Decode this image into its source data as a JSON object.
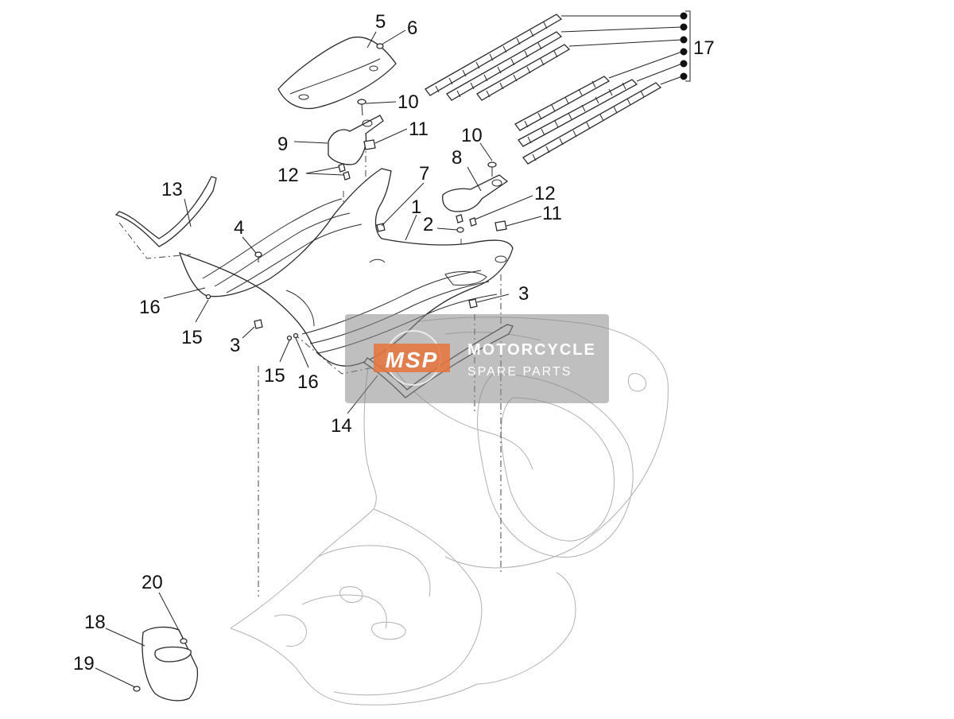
{
  "callouts": {
    "c1": "1",
    "c2": "2",
    "c3a": "3",
    "c3b": "3",
    "c4": "4",
    "c5": "5",
    "c6": "6",
    "c7": "7",
    "c8": "8",
    "c9": "9",
    "c10a": "10",
    "c10b": "10",
    "c11a": "11",
    "c11b": "11",
    "c12a": "12",
    "c12b": "12",
    "c13": "13",
    "c14": "14",
    "c15a": "15",
    "c15b": "15",
    "c16a": "16",
    "c16b": "16",
    "c17": "17",
    "c18": "18",
    "c19": "19",
    "c20": "20"
  },
  "watermark": {
    "logo": "MSP",
    "line1": "MOTORCYCLE",
    "line2": "SPARE PARTS"
  },
  "colors": {
    "logo_accent": "#e8733a",
    "watermark_gray": "#8a8a8a"
  }
}
